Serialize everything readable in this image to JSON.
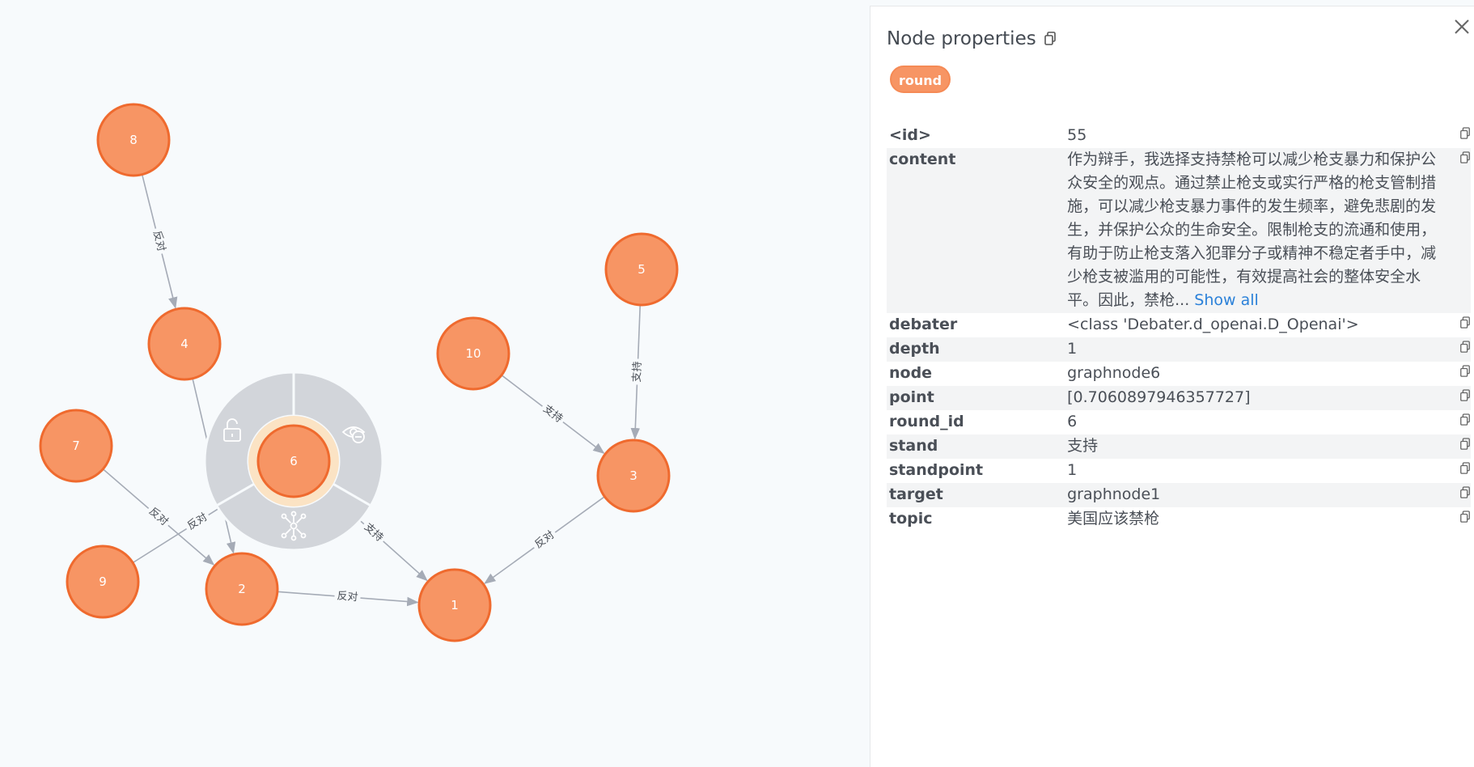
{
  "graph": {
    "nodes": [
      {
        "id": "8",
        "label": "8"
      },
      {
        "id": "4",
        "label": "4"
      },
      {
        "id": "5",
        "label": "5"
      },
      {
        "id": "10",
        "label": "10"
      },
      {
        "id": "7",
        "label": "7"
      },
      {
        "id": "6",
        "label": "6",
        "selected": true
      },
      {
        "id": "3",
        "label": "3"
      },
      {
        "id": "9",
        "label": "9"
      },
      {
        "id": "2",
        "label": "2"
      },
      {
        "id": "1",
        "label": "1"
      }
    ],
    "edges": [
      {
        "from": "8",
        "to": "4",
        "label": "反对"
      },
      {
        "from": "4",
        "to": "2",
        "label": ""
      },
      {
        "from": "5",
        "to": "3",
        "label": "支持"
      },
      {
        "from": "10",
        "to": "3",
        "label": "支持"
      },
      {
        "from": "7",
        "to": "2",
        "label": "反对"
      },
      {
        "from": "9",
        "to": "6",
        "label": "反对"
      },
      {
        "from": "6",
        "to": "1",
        "label": "支持"
      },
      {
        "from": "3",
        "to": "1",
        "label": "反对"
      },
      {
        "from": "2",
        "to": "1",
        "label": "反对"
      }
    ],
    "colors": {
      "node_fill": "#f79564",
      "node_stroke": "#ef6a2e",
      "edge": "#a5abb6",
      "ring": "#d2d5da",
      "selection_halo": "#fbe3c4"
    },
    "ring_icons": [
      "unlock-icon",
      "hide-icon",
      "expand-relationships-icon"
    ]
  },
  "panel": {
    "title": "Node properties",
    "label_chip": "round",
    "show_all": "Show all",
    "properties": [
      {
        "key": "<id>",
        "value": "55"
      },
      {
        "key": "content",
        "value": "作为辩手，我选择支持禁枪可以减少枪支暴力和保护公众安全的观点。通过禁止枪支或实行严格的枪支管制措施，可以减少枪支暴力事件的发生频率，避免悲剧的发生，并保护公众的生命安全。限制枪支的流通和使用，有助于防止枪支落入犯罪分子或精神不稳定者手中，减少枪支被滥用的可能性，有效提高社会的整体安全水平。因此，禁枪..."
      },
      {
        "key": "debater",
        "value": "<class 'Debater.d_openai.D_Openai'>"
      },
      {
        "key": "depth",
        "value": "1"
      },
      {
        "key": "node",
        "value": "graphnode6"
      },
      {
        "key": "point",
        "value": "[0.7060897946357727]"
      },
      {
        "key": "round_id",
        "value": "6"
      },
      {
        "key": "stand",
        "value": "支持"
      },
      {
        "key": "standpoint",
        "value": "1"
      },
      {
        "key": "target",
        "value": "graphnode1"
      },
      {
        "key": "topic",
        "value": "美国应该禁枪"
      }
    ],
    "chip_color": "#f79564",
    "link_color": "#2b81d9"
  }
}
